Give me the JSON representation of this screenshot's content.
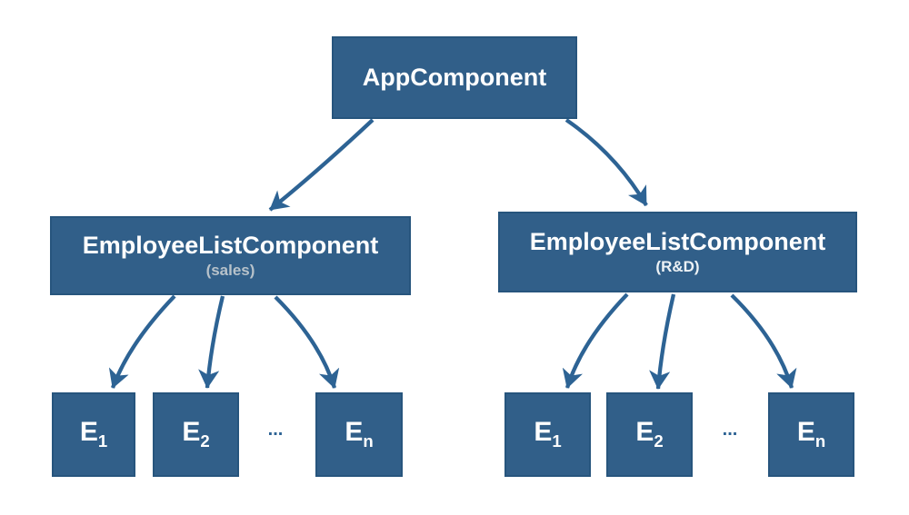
{
  "theme": {
    "background": "#ffffff",
    "box_fill": "#315f89",
    "box_border": "#27557d",
    "arrow": "#2d6394",
    "title_text": "#ffffff",
    "subtitle_sales": "#b7c2ca",
    "subtitle_rnd": "#edf2f5"
  },
  "diagram": {
    "root": {
      "label": "AppComponent"
    },
    "groups": [
      {
        "label": "EmployeeListComponent",
        "sublabel": "(sales)",
        "ellipsis": "...",
        "children": [
          {
            "base": "E",
            "sub": "1"
          },
          {
            "base": "E",
            "sub": "2"
          },
          {
            "base": "E",
            "sub": "n"
          }
        ]
      },
      {
        "label": "EmployeeListComponent",
        "sublabel": "(R&D)",
        "ellipsis": "...",
        "children": [
          {
            "base": "E",
            "sub": "1"
          },
          {
            "base": "E",
            "sub": "2"
          },
          {
            "base": "E",
            "sub": "n"
          }
        ]
      }
    ]
  }
}
